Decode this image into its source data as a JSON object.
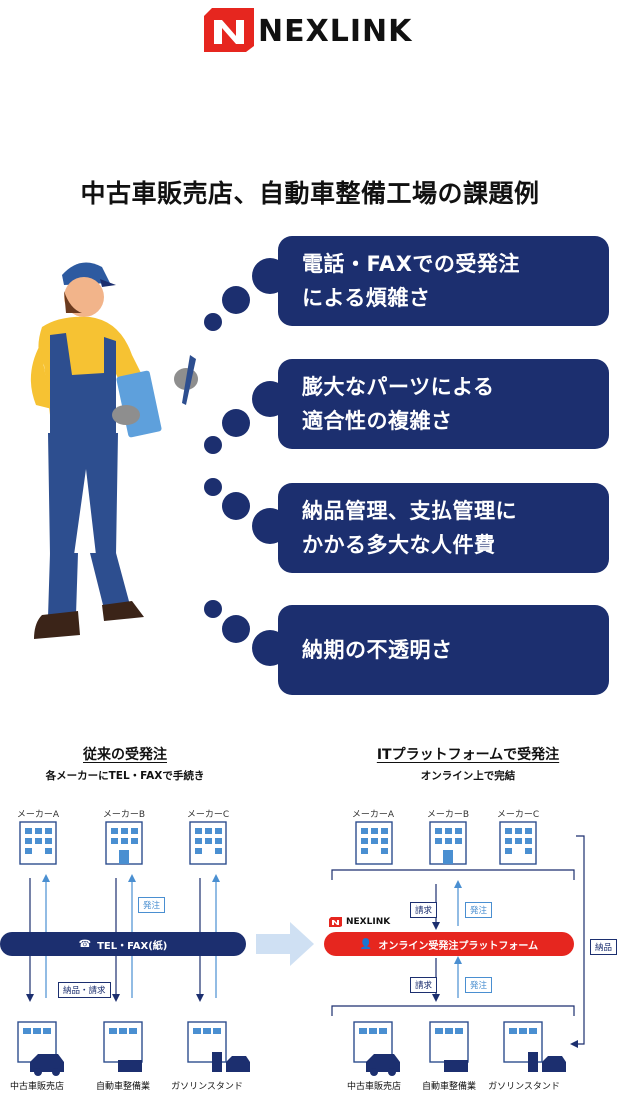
{
  "brand": {
    "name": "NEXLINK"
  },
  "heading": "中古車販売店、自動車整備工場の課題例",
  "issues": [
    {
      "line1": "電話・FAXでの受発注",
      "line2": "による煩雑さ"
    },
    {
      "line1": "膨大なパーツによる",
      "line2": "適合性の複雑さ"
    },
    {
      "line1": "納品管理、支払管理に",
      "line2": "かかる多大な人件費"
    },
    {
      "line1": "納期の不透明さ",
      "line2": ""
    }
  ],
  "left_diagram": {
    "title": "従来の受発注",
    "subtitle": "各メーカーにTEL・FAXで手続き",
    "makers": [
      "メーカーA",
      "メーカーB",
      "メーカーC"
    ],
    "tag_order": "発注",
    "tag_delivery": "納品・請求",
    "bar_label": "TEL・FAX(紙)",
    "shops": [
      "中古車販売店",
      "自動車整備業",
      "ガソリンスタンド"
    ]
  },
  "right_diagram": {
    "title": "ITプラットフォームで受発注",
    "subtitle": "オンライン上で完結",
    "makers": [
      "メーカーA",
      "メーカーB",
      "メーカーC"
    ],
    "tag_invoice_top": "請求",
    "tag_order_top": "発注",
    "tag_invoice_bottom": "請求",
    "tag_order_bottom": "発注",
    "tag_delivery": "納品",
    "mini_logo": "NEXLINK",
    "bar_label": "オンライン受発注プラットフォーム",
    "shops": [
      "中古車販売店",
      "自動車整備業",
      "ガソリンスタンド"
    ]
  },
  "colors": {
    "navy": "#1c2f6f",
    "red": "#e6261f",
    "light_blue": "#4a8fd1"
  }
}
